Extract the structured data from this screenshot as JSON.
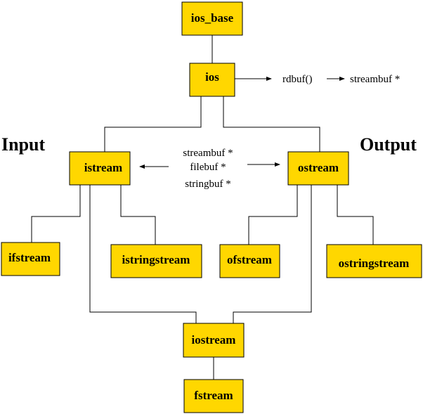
{
  "headings": {
    "input": "Input",
    "output": "Output"
  },
  "nodes": {
    "ios_base": "ios_base",
    "ios": "ios",
    "istream": "istream",
    "ostream": "ostream",
    "ifstream": "ifstream",
    "istringstream": "istringstream",
    "ofstream": "ofstream",
    "ostringstream": "ostringstream",
    "iostream": "iostream",
    "fstream": "fstream"
  },
  "notes": {
    "rdbuf": "rdbuf()",
    "streambuf_right": "streambuf *",
    "buffers": [
      "streambuf *",
      "filebuf *",
      "stringbuf *"
    ]
  },
  "colors": {
    "box_fill": "#ffd700",
    "line": "#000000"
  }
}
